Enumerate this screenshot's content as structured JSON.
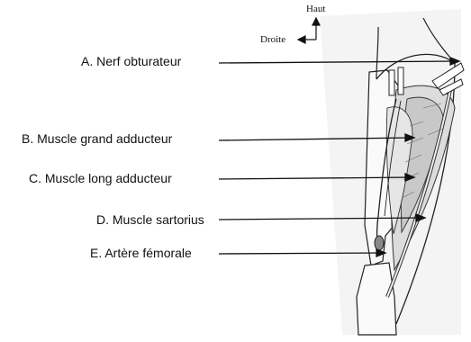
{
  "compass": {
    "up": "Haut",
    "right": "Droite"
  },
  "labels": [
    {
      "letter": "A",
      "text": "A. Nerf obturateur"
    },
    {
      "letter": "B",
      "text": "B. Muscle grand adducteur"
    },
    {
      "letter": "C",
      "text": "C. Muscle long adducteur"
    },
    {
      "letter": "D",
      "text": "D. Muscle sartorius"
    },
    {
      "letter": "E",
      "text": "E. Artère fémorale"
    }
  ],
  "colors": {
    "line": "#111111",
    "shade": "#d9d9d9"
  }
}
